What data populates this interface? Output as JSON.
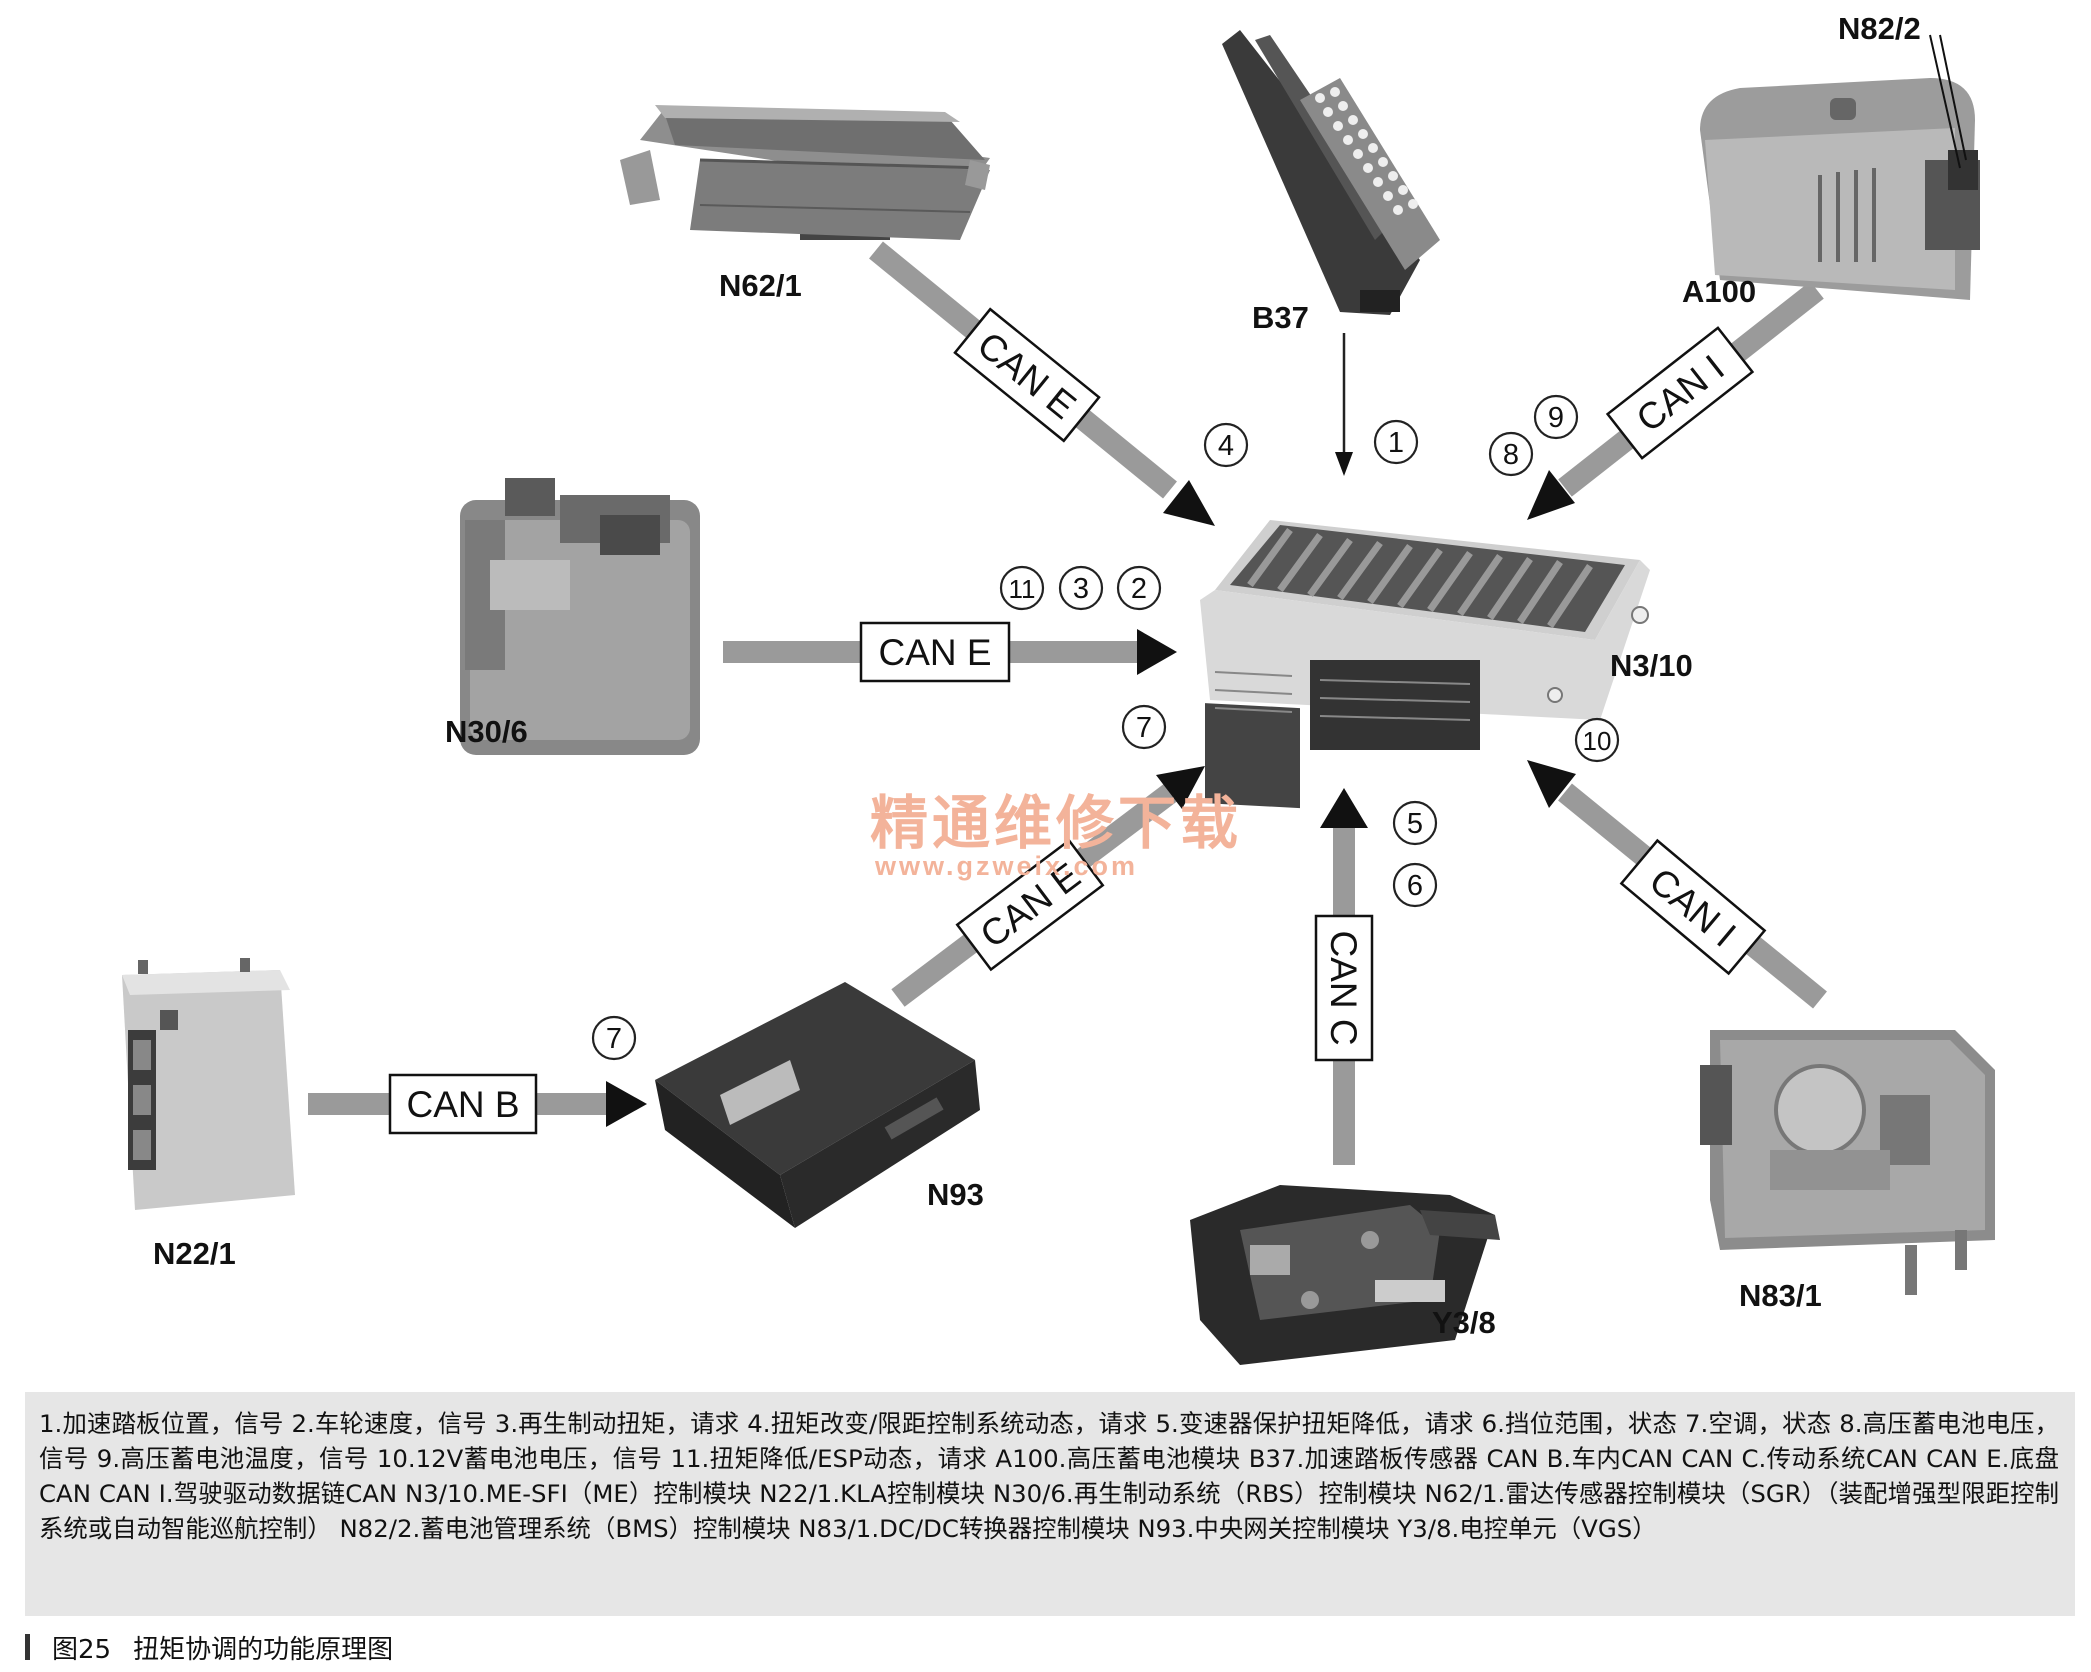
{
  "components": {
    "n62_1": "N62/1",
    "b37": "B37",
    "a100": "A100",
    "n82_2": "N82/2",
    "n30_6": "N30/6",
    "n3_10": "N3/10",
    "n22_1": "N22/1",
    "n93": "N93",
    "y3_8": "Y3/8",
    "n83_1": "N83/1"
  },
  "buses": {
    "can_e_top": "CAN E",
    "can_e_mid": "CAN E",
    "can_e_low": "CAN E",
    "can_i_top": "CAN I",
    "can_i_bottom": "CAN I",
    "can_b": "CAN B",
    "can_c": "CAN C"
  },
  "numbers": {
    "n1": "1",
    "n2": "2",
    "n3": "3",
    "n4": "4",
    "n5": "5",
    "n6": "6",
    "n7a": "7",
    "n7b": "7",
    "n8": "8",
    "n9": "9",
    "n10": "10",
    "n11": "11"
  },
  "watermark": {
    "cn": "精通维修下载",
    "url": "www.gzweix.com"
  },
  "legend_text": "1.加速踏板位置，信号 2.车轮速度，信号 3.再生制动扭矩，请求 4.扭矩改变/限距控制系统动态，请求 5.变速器保护扭矩降低，请求 6.挡位范围，状态 7.空调，状态 8.高压蓄电池电压，信号 9.高压蓄电池温度，信号 10.12V蓄电池电压，信号 11.扭矩降低/ESP动态，请求 A100.高压蓄电池模块 B37.加速踏板传感器 CAN B.车内CAN CAN C.传动系统CAN CAN E.底盘CAN CAN I.驾驶驱动数据链CAN N3/10.ME-SFI（ME）控制模块 N22/1.KLA控制模块 N30/6.再生制动系统（RBS）控制模块 N62/1.雷达传感器控制模块（SGR）（装配增强型限距控制系统或自动智能巡航控制） N82/2.蓄电池管理系统（BMS）控制模块 N83/1.DC/DC转换器控制模块 N93.中央网关控制模块 Y3/8.电控单元（VGS）",
  "caption": {
    "figure": "图25",
    "title": "扭矩协调的功能原理图"
  }
}
